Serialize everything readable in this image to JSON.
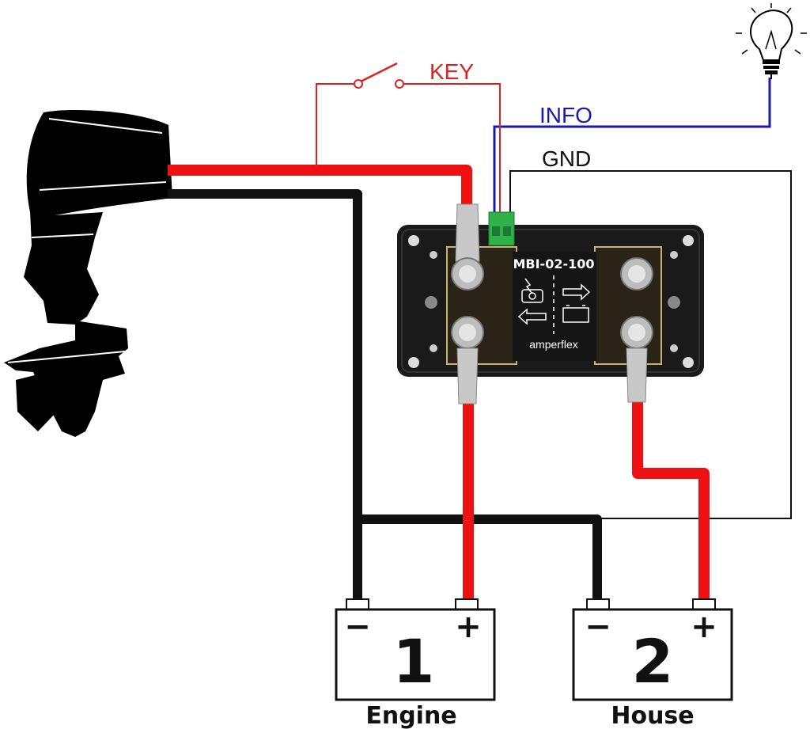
{
  "labels": {
    "key": "KEY",
    "info": "INFO",
    "gnd": "GND"
  },
  "device": {
    "model": "MBI-02-100",
    "brand": "amperflex",
    "body_color": "#1a1a1a",
    "plate_color": "#2a2418"
  },
  "batteries": [
    {
      "number": "1",
      "name": "Engine",
      "neg": "−",
      "pos": "+"
    },
    {
      "number": "2",
      "name": "House",
      "neg": "−",
      "pos": "+"
    }
  ],
  "colors": {
    "power": "#ee1111",
    "key_wire": "#dd2222",
    "info_wire": "#1a1aaa",
    "ground": "#111111",
    "terminal_green": "#2fb24a"
  },
  "icons": {
    "engine": "outboard-motor-icon",
    "lamp": "lightbulb-icon",
    "switch": "key-switch-icon"
  }
}
